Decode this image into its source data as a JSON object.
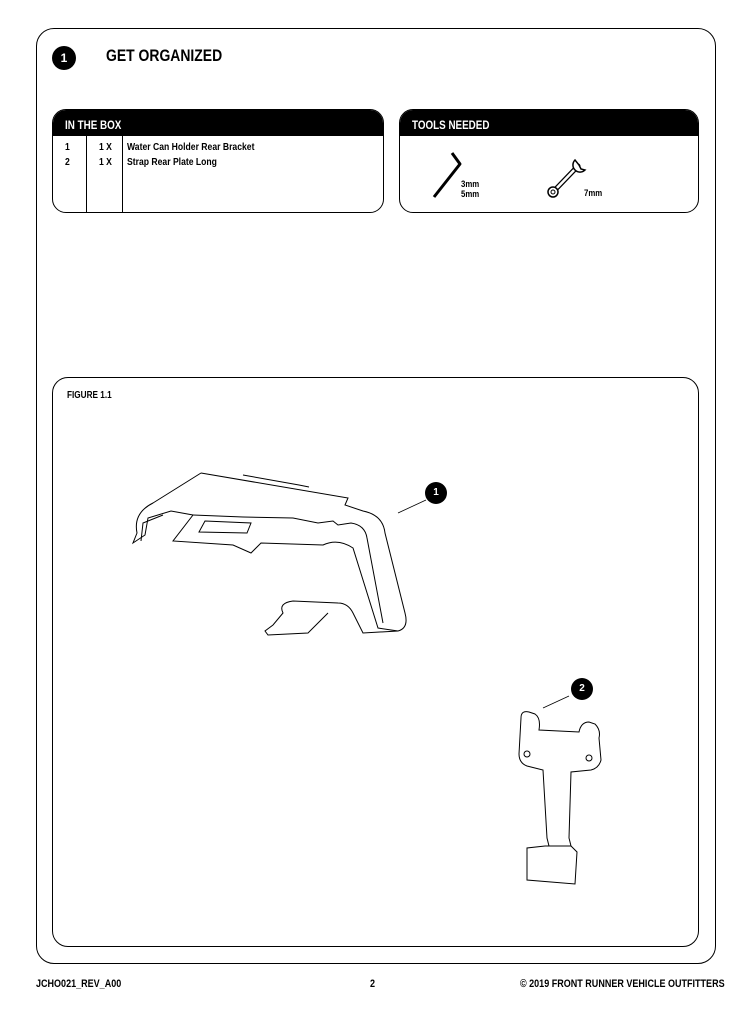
{
  "step": {
    "number": "1",
    "title": "GET ORGANIZED"
  },
  "in_the_box": {
    "title": "IN THE BOX",
    "items": [
      {
        "num": "1",
        "qty": "1 X",
        "name": "Water Can Holder Rear Bracket"
      },
      {
        "num": "2",
        "qty": "1 X",
        "name": "Strap Rear Plate Long"
      }
    ]
  },
  "tools_needed": {
    "title": "TOOLS NEEDED",
    "tools": [
      {
        "icon": "allen-key-icon",
        "sizes": [
          "3mm",
          "5mm"
        ]
      },
      {
        "icon": "wrench-icon",
        "sizes": [
          "7mm"
        ]
      }
    ]
  },
  "figure": {
    "label": "FIGURE 1.1",
    "callouts": [
      "1",
      "2"
    ]
  },
  "footer": {
    "doc_code": "JCHO021_REV_A00",
    "page": "2",
    "copyright": "© 2019 FRONT RUNNER VEHICLE OUTFITTERS"
  }
}
